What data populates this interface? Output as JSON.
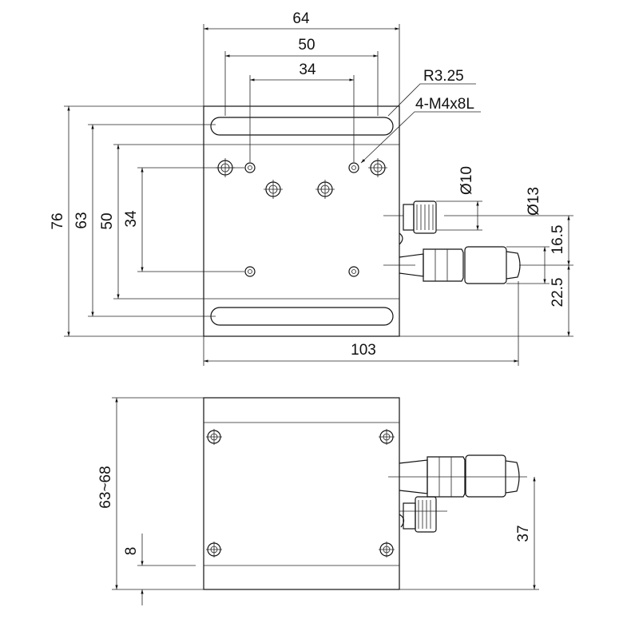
{
  "drawing": {
    "top_view": {
      "dim_width_outer": "64",
      "dim_slot_span": "50",
      "dim_hole_span": "34",
      "dim_overall_length": "103",
      "dim_height_76": "76",
      "dim_height_63": "63",
      "dim_height_50": "50",
      "dim_height_34": "34",
      "callout_radius": "R3.25",
      "callout_holes": "4-M4x8L",
      "dim_dia_10": "Ø10",
      "dim_dia_13": "Ø13",
      "dim_16_5": "16.5",
      "dim_22_5": "22.5"
    },
    "side_view": {
      "dim_height_range": "63~68",
      "dim_8": "8",
      "dim_37": "37"
    }
  }
}
